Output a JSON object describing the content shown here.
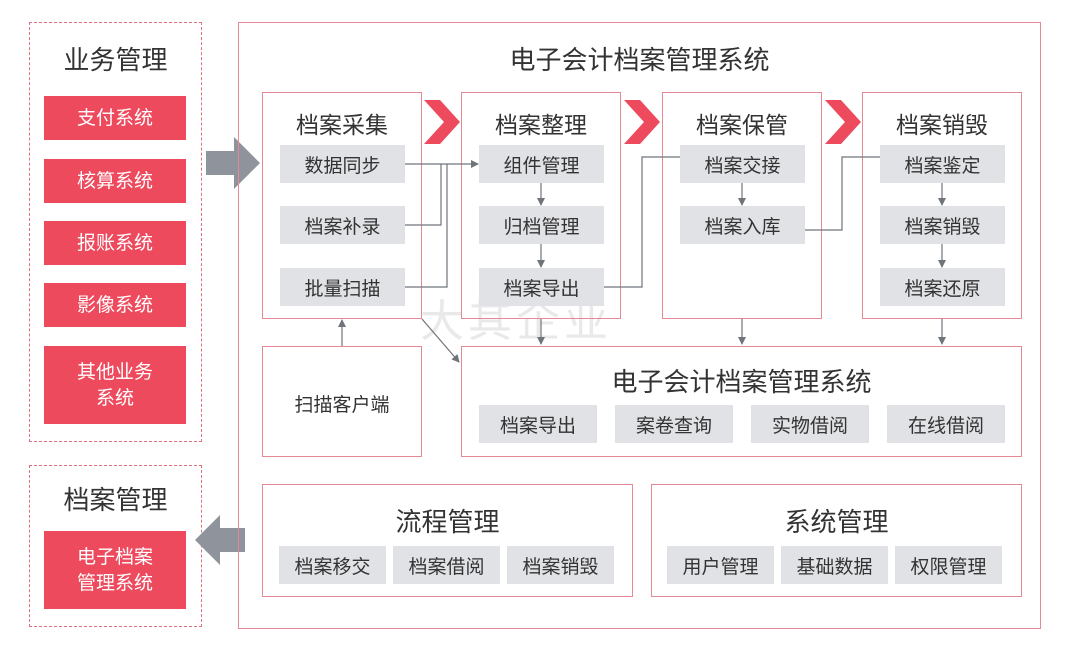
{
  "left_top": {
    "title": "业务管理",
    "items": [
      "支付系统",
      "核算系统",
      "报账系统",
      "影像系统",
      "其他业务\n系统"
    ]
  },
  "left_bottom": {
    "title": "档案管理",
    "item": "电子档案\n管理系统"
  },
  "main": {
    "title": "电子会计档案管理系统",
    "stages": [
      {
        "title": "档案采集",
        "items": [
          "数据同步",
          "档案补录",
          "批量扫描"
        ]
      },
      {
        "title": "档案整理",
        "items": [
          "组件管理",
          "归档管理",
          "档案导出"
        ]
      },
      {
        "title": "档案保管",
        "items": [
          "档案交接",
          "档案入库"
        ]
      },
      {
        "title": "档案销毁",
        "items": [
          "档案鉴定",
          "档案销毁",
          "档案还原"
        ]
      }
    ],
    "scan_client": "扫描客户端",
    "system": {
      "title": "电子会计档案管理系统",
      "items": [
        "档案导出",
        "案卷查询",
        "实物借阅",
        "在线借阅"
      ]
    },
    "process": {
      "title": "流程管理",
      "items": [
        "档案移交",
        "档案借阅",
        "档案销毁"
      ]
    },
    "sysmgmt": {
      "title": "系统管理",
      "items": [
        "用户管理",
        "基础数据",
        "权限管理"
      ]
    }
  },
  "watermark": "大其企业",
  "colors": {
    "accent": "#ee4a5e",
    "border": "#e58a94",
    "box_gray": "#e1e2e6",
    "arrow_gray": "#8f949c"
  }
}
